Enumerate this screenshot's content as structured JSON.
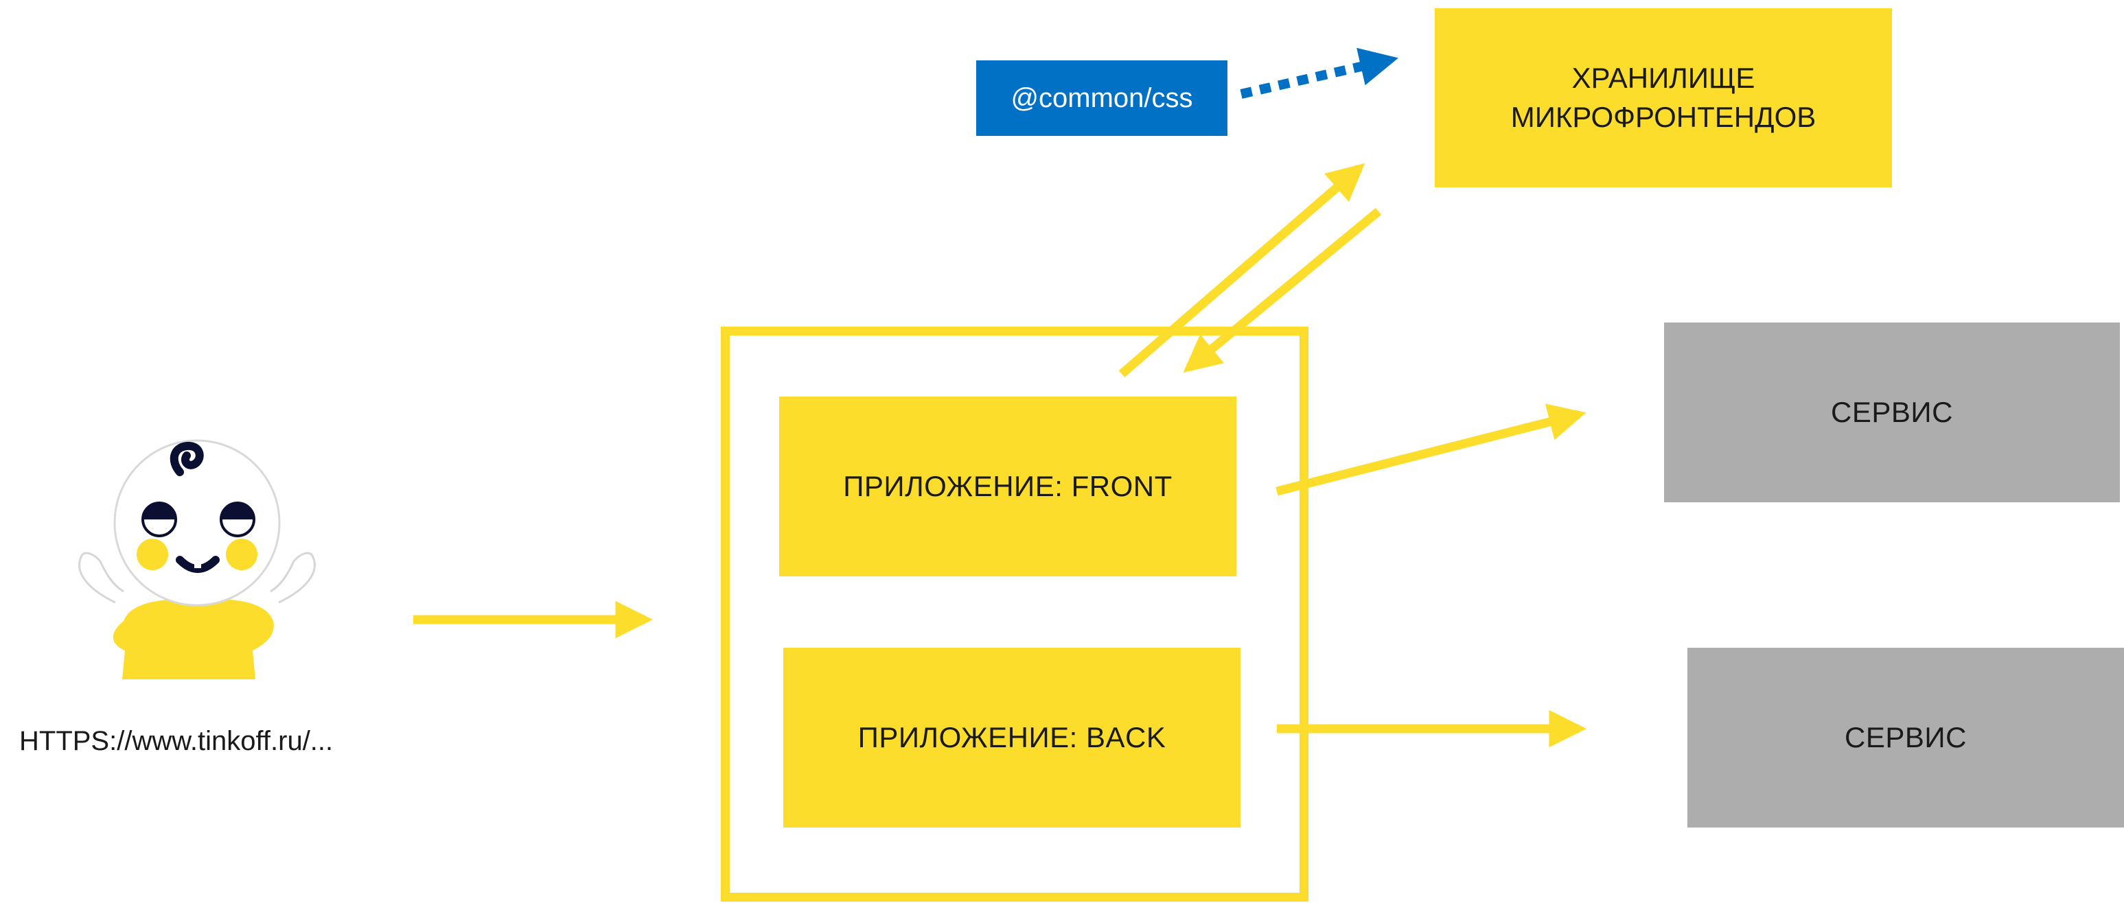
{
  "diagram": {
    "colors": {
      "accent_yellow": "#fddd2b",
      "service_gray": "#adadad",
      "tag_blue": "#0071c5",
      "text_dark": "#1a1a1a",
      "mascot_dark": "#0b1033"
    },
    "user": {
      "icon": "mascot-icon",
      "url": "HTTPS://www.tinkoff.ru/..."
    },
    "app": {
      "front_label": "ПРИЛОЖЕНИЕ: FRONT",
      "back_label": "ПРИЛОЖЕНИЕ: BACK"
    },
    "storage": {
      "label": "ХРАНИЛИЩЕ\nМИКРОФРОНТЕНДОВ"
    },
    "common_css": {
      "label": "@common/css"
    },
    "services": [
      {
        "label": "СЕРВИС"
      },
      {
        "label": "СЕРВИС"
      }
    ]
  }
}
